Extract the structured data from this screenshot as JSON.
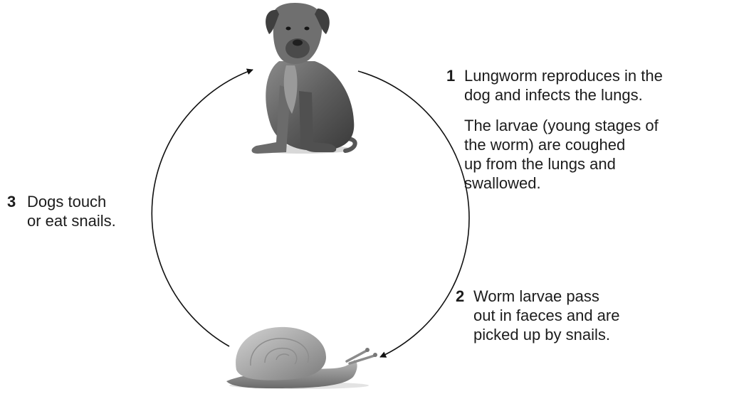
{
  "stages": [
    {
      "number": "1",
      "lines": [
        "Lungworm reproduces in the",
        "dog and infects the lungs."
      ],
      "extra_lines": [
        "The larvae (young stages of",
        "the worm) are coughed",
        "up from the lungs and",
        "swallowed."
      ]
    },
    {
      "number": "2",
      "lines": [
        "Worm larvae pass",
        "out in faeces and are",
        "picked up by snails."
      ]
    },
    {
      "number": "3",
      "lines": [
        "Dogs touch",
        "or eat snails."
      ]
    }
  ],
  "images": {
    "top": "dog-icon",
    "bottom": "snail-icon"
  }
}
